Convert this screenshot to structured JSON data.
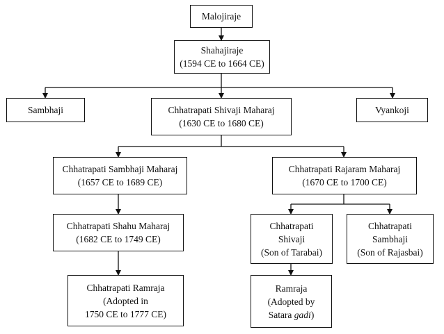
{
  "nodes": {
    "malojiraje": {
      "lines": [
        "Malojiraje"
      ]
    },
    "shahajiraje": {
      "lines": [
        "Shahajiraje",
        "(1594 CE to 1664 CE)"
      ]
    },
    "sambhaji": {
      "lines": [
        "Sambhaji"
      ]
    },
    "shivaji_maharaj": {
      "lines": [
        "Chhatrapati Shivaji Maharaj",
        "(1630 CE to 1680 CE)"
      ]
    },
    "vyankoji": {
      "lines": [
        "Vyankoji"
      ]
    },
    "sambhaji_maharaj": {
      "lines": [
        "Chhatrapati Sambhaji Maharaj",
        "(1657 CE to 1689 CE)"
      ]
    },
    "rajaram_maharaj": {
      "lines": [
        "Chhatrapati Rajaram Maharaj",
        "(1670 CE to 1700 CE)"
      ]
    },
    "shahu_maharaj": {
      "lines": [
        "Chhatrapati Shahu Maharaj",
        "(1682 CE to 1749 CE)"
      ]
    },
    "shivaji_tarabai": {
      "lines": [
        "Chhatrapati",
        "Shivaji",
        "(Son of Tarabai)"
      ]
    },
    "sambhaji_rajasbai": {
      "lines": [
        "Chhatrapati",
        "Sambhaji",
        "(Son of Rajasbai)"
      ]
    },
    "ramraja_chhatrapati": {
      "lines": [
        "Chhatrapati Ramraja",
        "(Adopted in",
        "1750 CE to 1777 CE)"
      ]
    },
    "ramraja_satara": {
      "lines": [
        "Ramraja",
        "(Adopted by",
        "Satara",
        "gadi",
        ")"
      ]
    }
  },
  "edges": [
    [
      "malojiraje",
      "shahajiraje"
    ],
    [
      "shahajiraje",
      "sambhaji"
    ],
    [
      "shahajiraje",
      "shivaji_maharaj"
    ],
    [
      "shahajiraje",
      "vyankoji"
    ],
    [
      "shivaji_maharaj",
      "sambhaji_maharaj"
    ],
    [
      "shivaji_maharaj",
      "rajaram_maharaj"
    ],
    [
      "sambhaji_maharaj",
      "shahu_maharaj"
    ],
    [
      "rajaram_maharaj",
      "shivaji_tarabai"
    ],
    [
      "rajaram_maharaj",
      "sambhaji_rajasbai"
    ],
    [
      "shahu_maharaj",
      "ramraja_chhatrapati"
    ],
    [
      "shivaji_tarabai",
      "ramraja_satara"
    ]
  ]
}
